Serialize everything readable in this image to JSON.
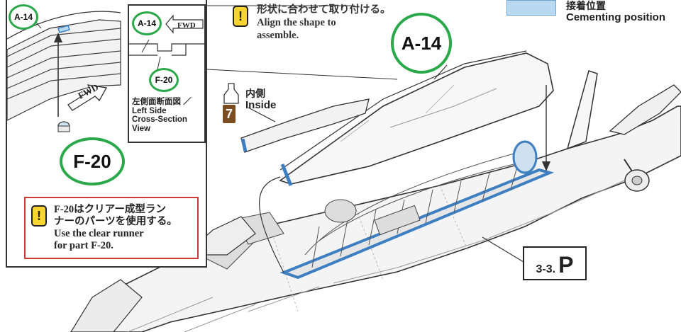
{
  "legend": {
    "label_jp": "接着位置",
    "label_en": "Cementing position",
    "swatch_color": "#b8d9ef"
  },
  "notes": {
    "align": {
      "icon": "!",
      "text_jp": "形状に合わせて取り付ける。",
      "text_en_line1": "Align the shape to",
      "text_en_line2": "assemble."
    },
    "clear_runner": {
      "icon": "!",
      "text_jp_line1": "F-20はクリアー成型ラン",
      "text_jp_line2": "ナーのパーツを使用する。",
      "text_en_line1": "Use the clear runner",
      "text_en_line2": "for part F-20."
    }
  },
  "parts": {
    "main_canopy": "A-14",
    "inset_canopy": "A-14",
    "inset_small_part": "F-20",
    "xsect_canopy": "A-14",
    "xsect_part": "F-20"
  },
  "inset": {
    "fwd_label": "FWD",
    "xsect_fwd_label": "FWD",
    "xsect_caption_jp": "左側面断面図 ／",
    "xsect_caption_en_line1": "Left Side",
    "xsect_caption_en_line2": "Cross-Section",
    "xsect_caption_en_line3": "View"
  },
  "paint": {
    "number": "7",
    "label_jp": "内側",
    "label_en": "Inside",
    "color": "#7a4e22"
  },
  "step": {
    "number": "3-3.",
    "letter": "P"
  },
  "colors": {
    "green_circle": "#2aa84a",
    "warn_border": "#d23a3a",
    "warn_icon": "#f7d531",
    "cement_blue": "#3d7fc1"
  }
}
